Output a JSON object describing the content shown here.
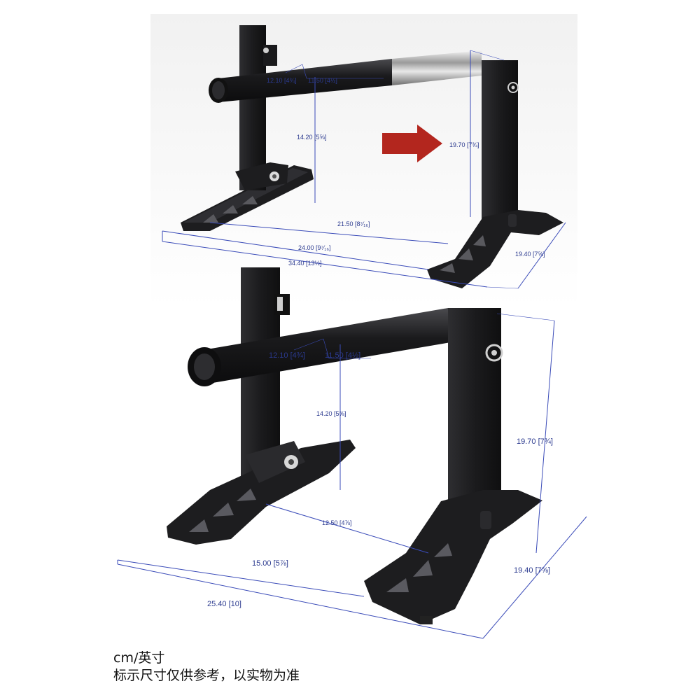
{
  "top_view": {
    "dimensions": [
      {
        "id": "top-bar-length",
        "text": "12.10 [4¾]"
      },
      {
        "id": "top-bar-offset",
        "text": "11.50 [4½]"
      },
      {
        "id": "top-handle-height",
        "text": "14.20 [5⅝]"
      },
      {
        "id": "top-post-height",
        "text": "19.70 [7¾]"
      },
      {
        "id": "top-base-inner",
        "text": "21.50 [8⁷⁄₁₆]"
      },
      {
        "id": "top-base-depth",
        "text": "19.40 [7⅝]"
      },
      {
        "id": "top-overall-inner",
        "text": "24.00 [9⁷⁄₁₆]"
      },
      {
        "id": "top-overall-width",
        "text": "34.40 [13½]"
      }
    ],
    "arrow_color": "#b3261e"
  },
  "bottom_view": {
    "dimensions": [
      {
        "id": "bottom-bar-length",
        "text": "12.10 [4¾]"
      },
      {
        "id": "bottom-bar-offset",
        "text": "11.50 [4½]"
      },
      {
        "id": "bottom-handle-height",
        "text": "14.20 [5⅝]"
      },
      {
        "id": "bottom-post-height",
        "text": "19.70 [7¾]"
      },
      {
        "id": "bottom-base-inner",
        "text": "12.50 [4⅞]"
      },
      {
        "id": "bottom-base-depth",
        "text": "19.40 [7⅝]"
      },
      {
        "id": "bottom-overall-inner",
        "text": "15.00 [5⅞]"
      },
      {
        "id": "bottom-overall-width",
        "text": "25.40 [10]"
      }
    ]
  },
  "caption": {
    "units": "cm/英寸",
    "note": "标示尺寸仅供参考，以实物为准"
  }
}
